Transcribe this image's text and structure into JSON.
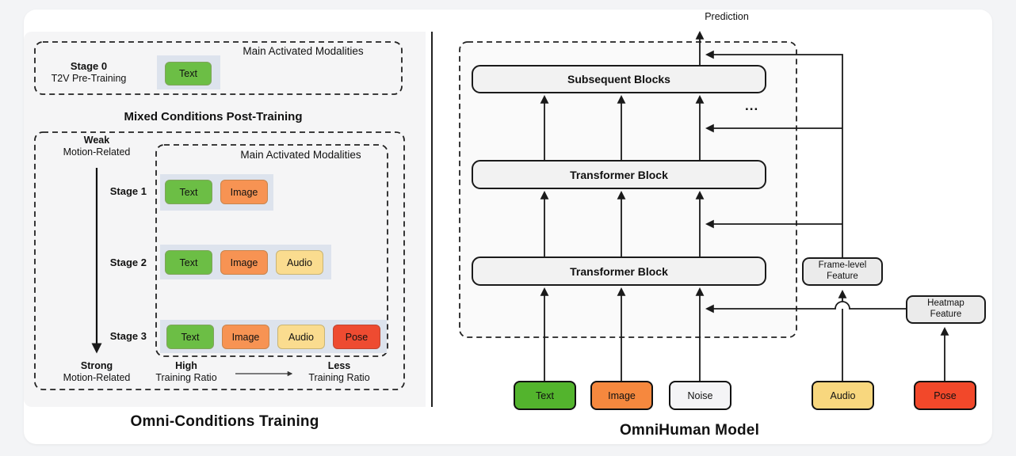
{
  "left": {
    "stage0": {
      "box_label": "Main Activated Modalities",
      "stage_label": "Stage 0",
      "stage_sublabel": "T2V Pre-Training",
      "chips": [
        "Text"
      ]
    },
    "heading": "Mixed Conditions Post-Training",
    "weak": {
      "label": "Weak",
      "sublabel": "Motion-Related"
    },
    "strong": {
      "label": "Strong",
      "sublabel": "Motion-Related"
    },
    "inner_box_label": "Main Activated Modalities",
    "stages": [
      {
        "label": "Stage 1",
        "chips": [
          "Text",
          "Image"
        ]
      },
      {
        "label": "Stage 2",
        "chips": [
          "Text",
          "Image",
          "Audio"
        ]
      },
      {
        "label": "Stage 3",
        "chips": [
          "Text",
          "Image",
          "Audio",
          "Pose"
        ]
      }
    ],
    "high": {
      "label": "High",
      "sublabel": "Training Ratio"
    },
    "less": {
      "label": "Less",
      "sublabel": "Training Ratio"
    },
    "title": "Omni-Conditions Training"
  },
  "right": {
    "prediction_label": "Prediction",
    "blocks": [
      "Subsequent Blocks",
      "Transformer Block",
      "Transformer Block"
    ],
    "ellipsis": "...",
    "frame_feature": {
      "line1": "Frame-level",
      "line2": "Feature"
    },
    "heatmap_feature": {
      "line1": "Heatmap",
      "line2": "Feature"
    },
    "inputs": [
      "Text",
      "Image",
      "Noise",
      "Audio",
      "Pose"
    ],
    "title": "OmniHuman Model"
  },
  "colors": {
    "modality_text": "#6CBE45",
    "modality_image": "#F79353",
    "modality_audio": "#FADC8F",
    "modality_pose": "#EE4B31",
    "input_text": "#53B42D",
    "input_image": "#F6883E",
    "input_noise": "#F4F4F6",
    "input_audio": "#F8D77E",
    "input_pose": "#F2482A",
    "stage_strip": "#DDE3ED",
    "block_fill": "#F2F2F2",
    "panel_bg": "#F5F5F6",
    "card_bg": "#FFFFFF"
  }
}
